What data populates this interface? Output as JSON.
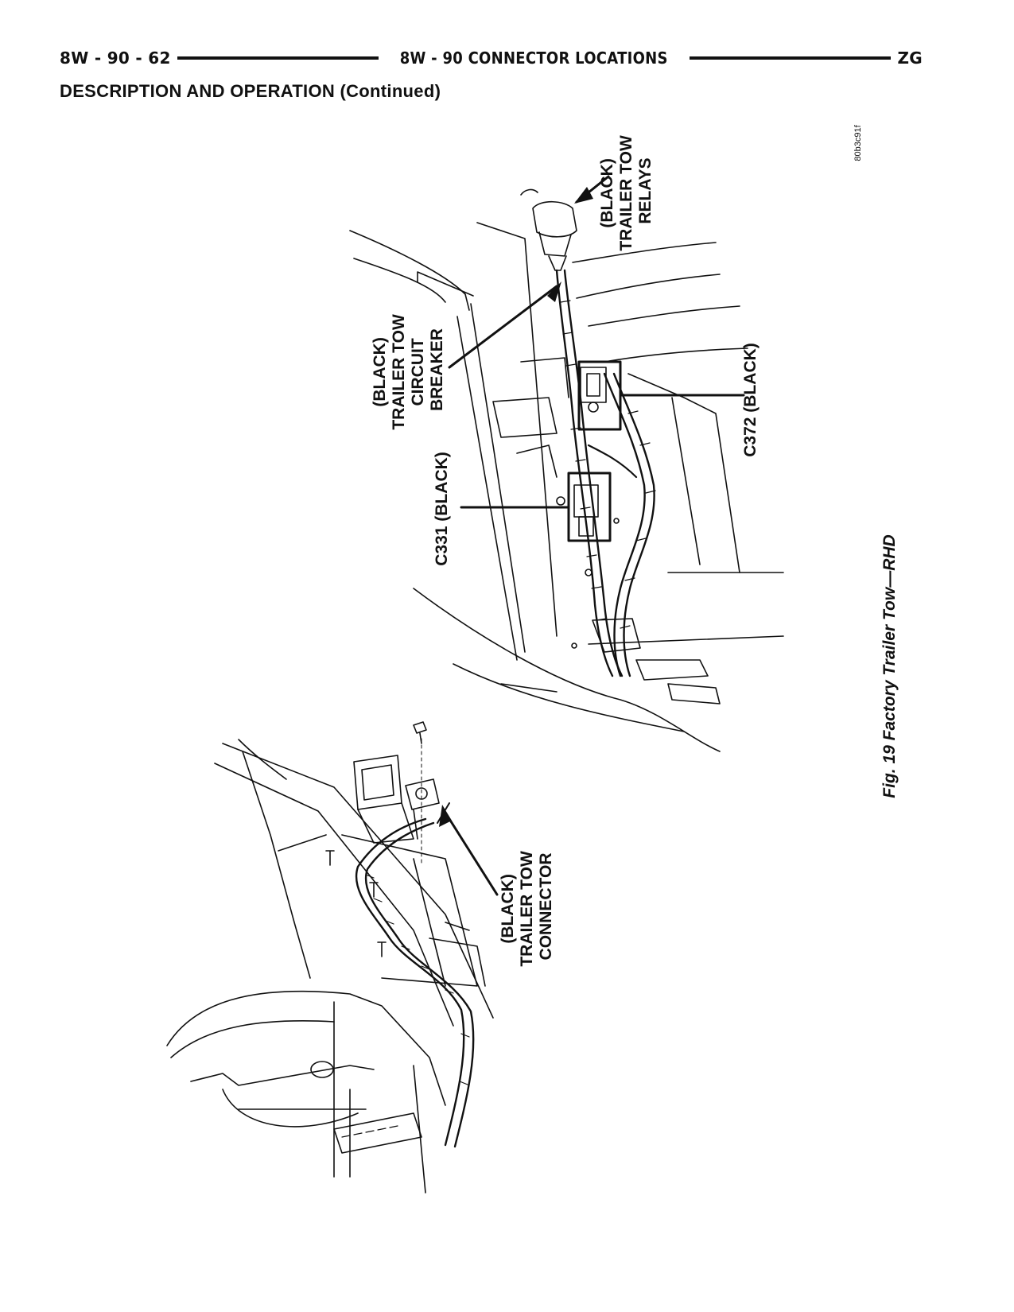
{
  "header": {
    "page_ref": "8W - 90 - 62",
    "chapter": "8W - 90 CONNECTOR LOCATIONS",
    "code": "ZG"
  },
  "section_title": "DESCRIPTION AND OPERATION (Continued)",
  "figure": {
    "art_id": "80b3c91f",
    "caption": "Fig. 19 Factory Trailer Tow—RHD",
    "callouts": {
      "relays": [
        "(BLACK)",
        "TRAILER TOW",
        "RELAYS"
      ],
      "breaker": [
        "(BLACK)",
        "TRAILER TOW",
        "CIRCUIT",
        "BREAKER"
      ],
      "c372": "C372 (BLACK)",
      "c331": "C331 (BLACK)",
      "connector": [
        "(BLACK)",
        "TRAILER TOW",
        "CONNECTOR"
      ]
    }
  }
}
